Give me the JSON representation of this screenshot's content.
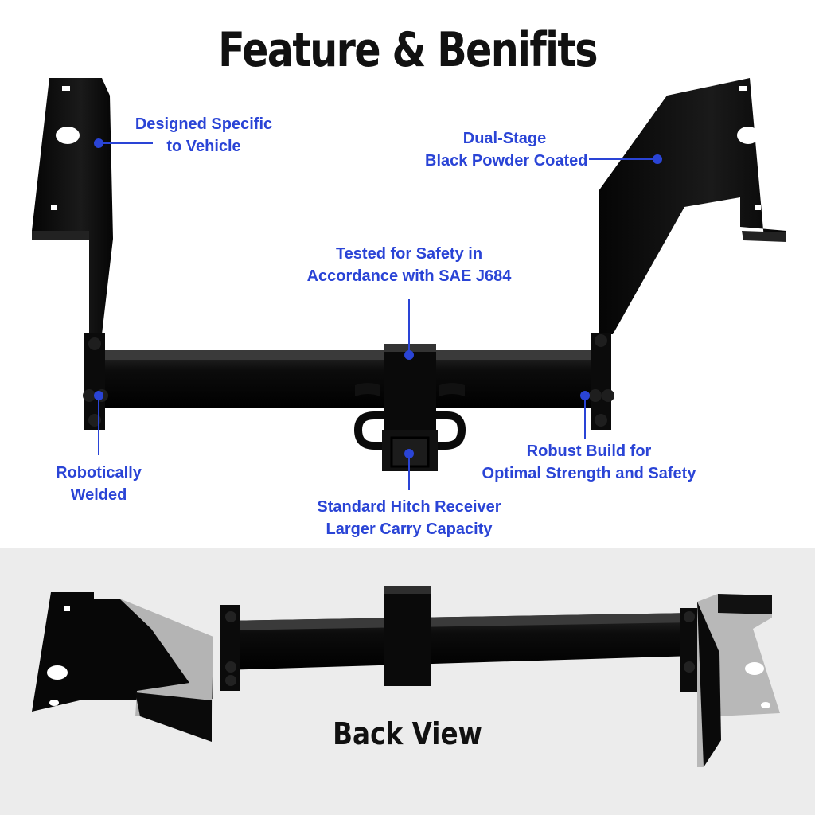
{
  "title": "Feature & Benifits",
  "features": [
    {
      "line1": "Designed Specific",
      "line2": "to Vehicle"
    },
    {
      "line1": "Dual-Stage",
      "line2": "Black Powder Coated"
    },
    {
      "line1": "Tested for Safety in",
      "line2": "Accordance with SAE J684"
    },
    {
      "line1": "Robotically",
      "line2": "Welded"
    },
    {
      "line1": "Robust Build for",
      "line2": "Optimal Strength and Safety"
    },
    {
      "line1": "Standard Hitch Receiver",
      "line2": "Larger Carry Capacity"
    }
  ],
  "back_view_label": "Back View",
  "colors": {
    "callout": "#2a44d6",
    "metal": "#0a0a0a",
    "bottom_panel": "#ececec"
  }
}
